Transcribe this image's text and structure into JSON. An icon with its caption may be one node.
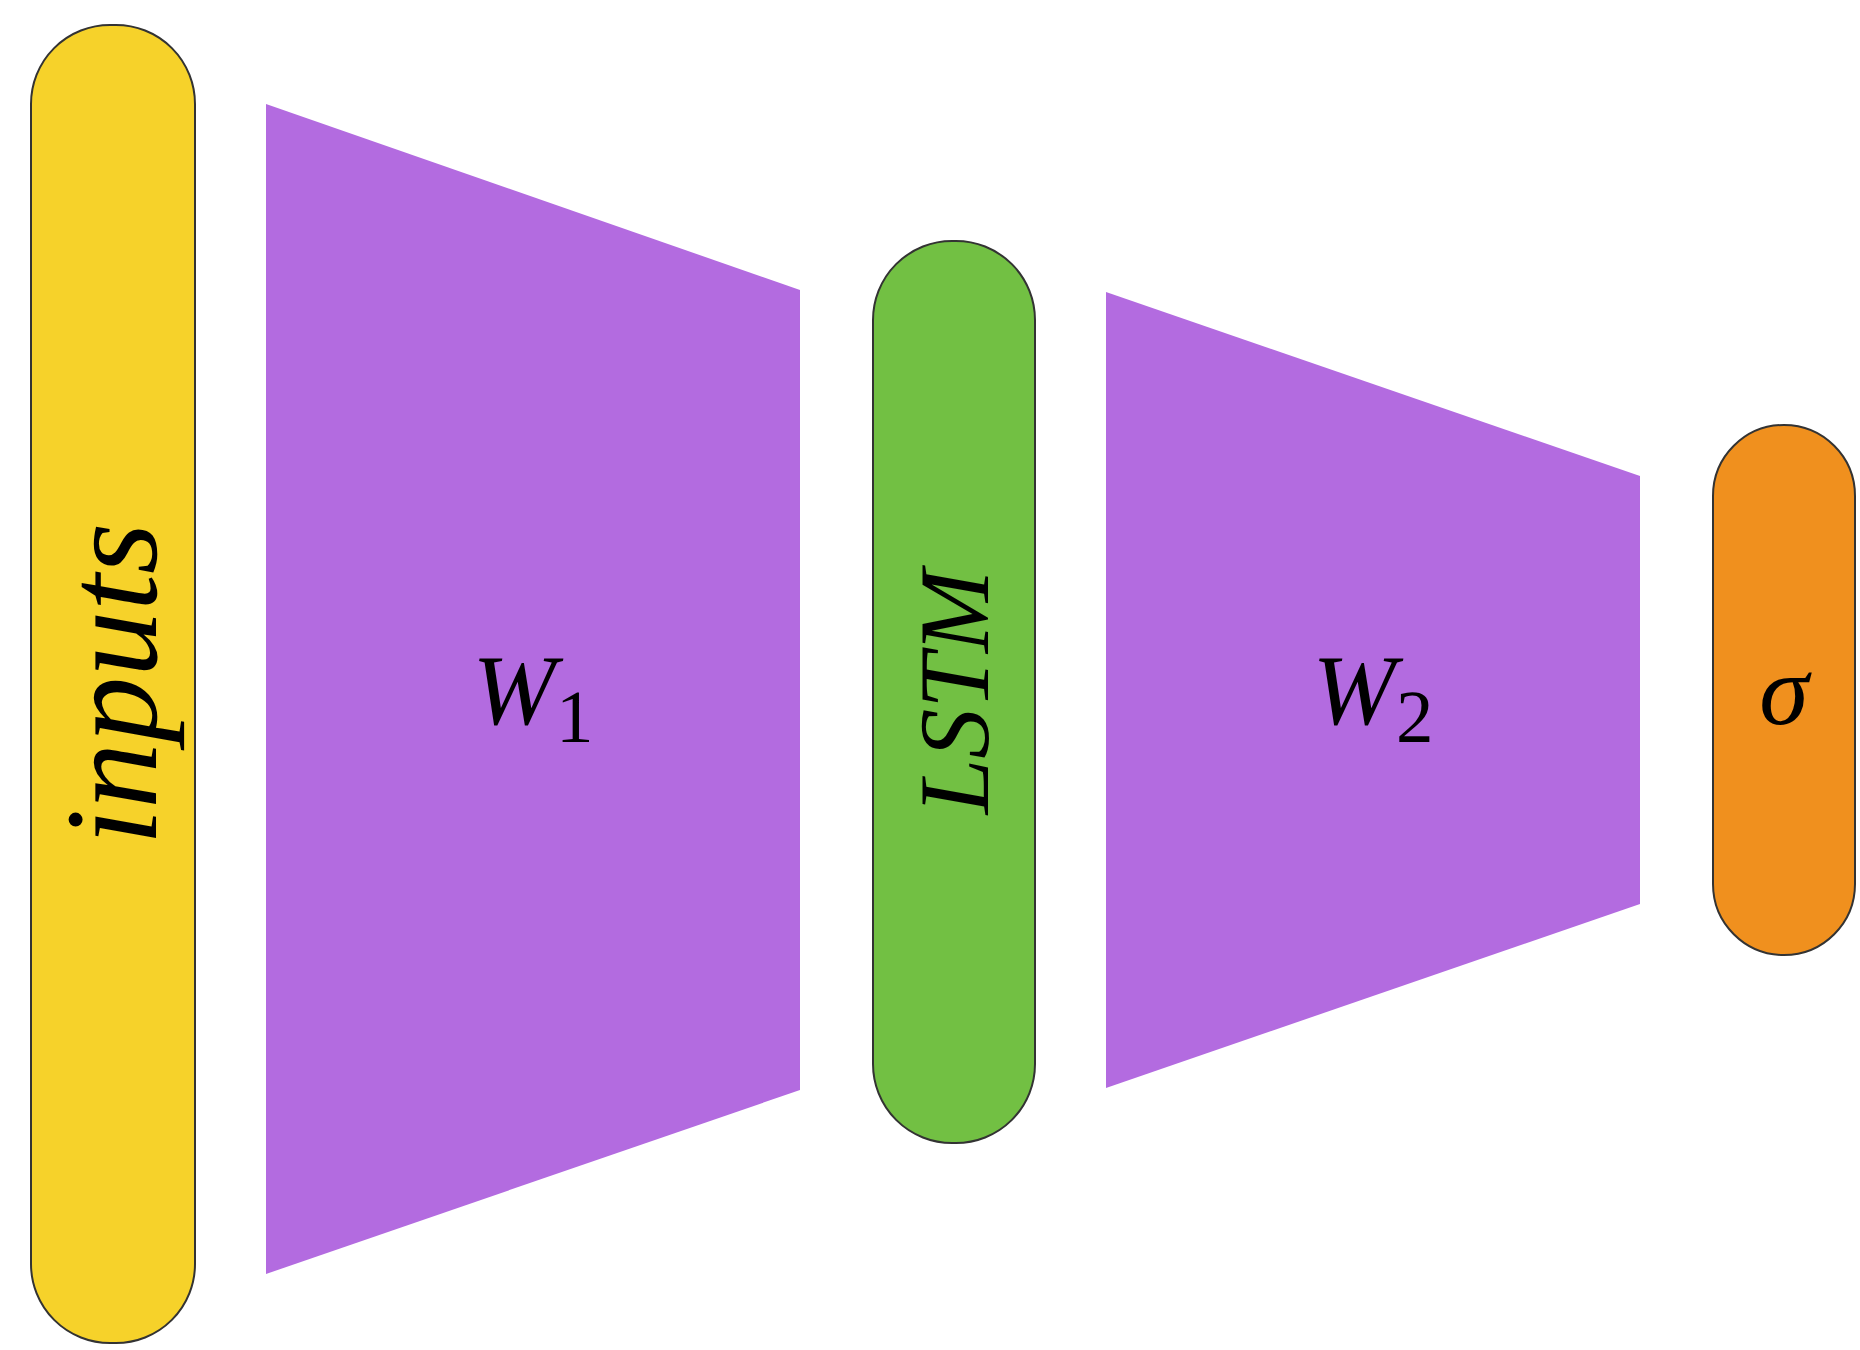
{
  "diagram": {
    "nodes": [
      {
        "text": [
          "inputs"
        ]
      },
      {
        "text": [
          "*W*$_{1}$"
        ]
      },
      {
        "text": [
          "LSTM"
        ]
      },
      {
        "text": [
          "*W*$_{2}$"
        ]
      },
      {
        "text": [
          "σ"
        ]
      }
    ]
  }
}
